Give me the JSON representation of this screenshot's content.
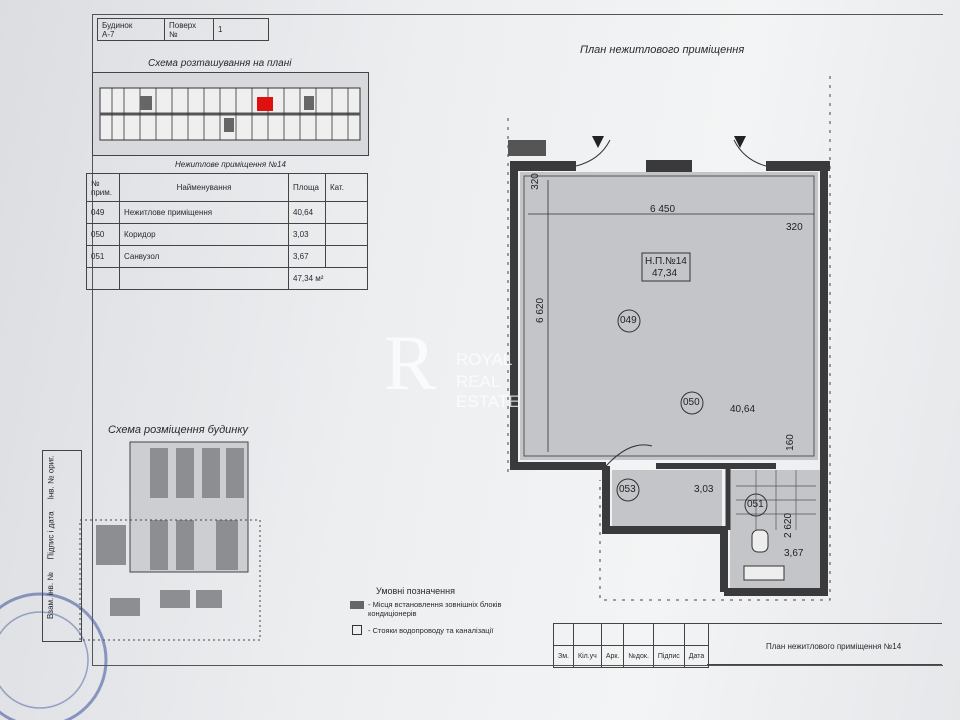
{
  "stamp": {
    "building_label": "Будинок",
    "building_value": "А-7",
    "floor_label": "Поверх",
    "floor_value": "1",
    "number_label": "№"
  },
  "layout_scheme_title": "Схема розташування на плані",
  "room_title": "Нежитлове приміщення №14",
  "table": {
    "headers": [
      "№ прим.",
      "Найменування",
      "Площа",
      "Кат."
    ],
    "rows": [
      [
        "049",
        "Нежитлове приміщення",
        "40,64",
        ""
      ],
      [
        "050",
        "Коридор",
        "3,03",
        ""
      ],
      [
        "051",
        "Санвузол",
        "3,67",
        ""
      ]
    ],
    "total": "47,34 м²"
  },
  "plan_title": "План нежитлового приміщення",
  "plan": {
    "unit_label": "Н.П.№14",
    "unit_area": "47,34",
    "room_049": "049",
    "room_050": "050",
    "room_050_area": "40,64",
    "room_053": "053",
    "room_053_area": "3,03",
    "room_051": "051",
    "room_051_area": "3,67",
    "dim_width": "6 450",
    "dim_height": "6 620",
    "dim_320_top": "320",
    "dim_320_right": "320",
    "dim_160": "160",
    "dim_2620": "2 620"
  },
  "watermark": {
    "line1": "ROYAL",
    "line2": "REAL ESTATE"
  },
  "building_scheme_title": "Схема розміщення будинку",
  "legend": {
    "title": "Умовні позначення",
    "item1": "- Місця встановлення зовнішніх блоків кондиціонерів",
    "item2": "- Стояки водопроводу та каналізації"
  },
  "title_block": {
    "cols": [
      "Зм.",
      "Кіл.уч",
      "Арк.",
      "№док.",
      "Підпис",
      "Дата"
    ],
    "caption": "План нежитлового приміщення №14"
  },
  "side_labels": [
    "Інв. № ориг.",
    "Підпис і дата",
    "Взам. інв. №"
  ],
  "colors": {
    "wall": "#3a3a3c",
    "floor": "#c9cacd",
    "marker": "#e01010",
    "paper": "#eceef0"
  }
}
